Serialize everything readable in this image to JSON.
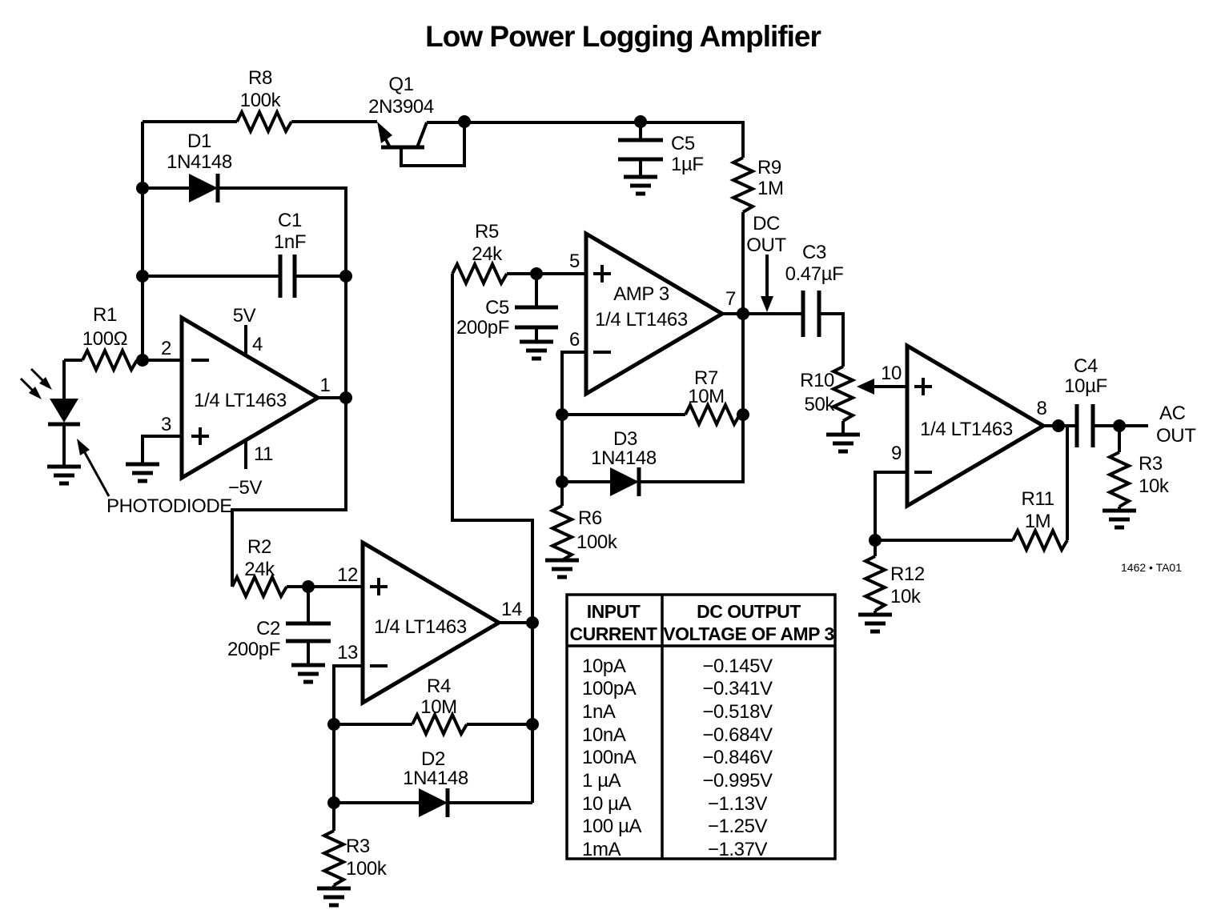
{
  "title": "Low Power Logging Amplifier",
  "watermark": "1462 • TA01",
  "supplies": {
    "positive": "5V",
    "negative": "−5V"
  },
  "outputs": {
    "dc": {
      "line1": "DC",
      "line2": "OUT"
    },
    "ac": {
      "line1": "AC",
      "line2": "OUT"
    }
  },
  "components": {
    "r1": {
      "ref": "R1",
      "value": "100Ω"
    },
    "r2": {
      "ref": "R2",
      "value": "24k"
    },
    "r3_bottom": {
      "ref": "R3",
      "value": "100k"
    },
    "r3_output": {
      "ref": "R3",
      "value": "10k"
    },
    "r4": {
      "ref": "R4",
      "value": "10M"
    },
    "r5": {
      "ref": "R5",
      "value": "24k"
    },
    "r6": {
      "ref": "R6",
      "value": "100k"
    },
    "r7": {
      "ref": "R7",
      "value": "10M"
    },
    "r8": {
      "ref": "R8",
      "value": "100k"
    },
    "r9": {
      "ref": "R9",
      "value": "1M"
    },
    "r10": {
      "ref": "R10",
      "value": "50k"
    },
    "r11": {
      "ref": "R11",
      "value": "1M"
    },
    "r12": {
      "ref": "R12",
      "value": "10k"
    },
    "c1": {
      "ref": "C1",
      "value": "1nF"
    },
    "c2": {
      "ref": "C2",
      "value": "200pF"
    },
    "c3": {
      "ref": "C3",
      "value": "0.47µF"
    },
    "c4": {
      "ref": "C4",
      "value": "10µF"
    },
    "c5_bypass": {
      "ref": "C5",
      "value": "1µF"
    },
    "c5_filter": {
      "ref": "C5",
      "value": "200pF"
    },
    "d1": {
      "ref": "D1",
      "value": "1N4148"
    },
    "d2": {
      "ref": "D2",
      "value": "1N4148"
    },
    "d3": {
      "ref": "D3",
      "value": "1N4148"
    },
    "q1": {
      "ref": "Q1",
      "value": "2N3904"
    },
    "photodiode": {
      "label": "PHOTODIODE"
    }
  },
  "amps": {
    "amp1": {
      "label": "1/4 LT1463",
      "pin_inverting": "2",
      "pin_noninverting": "3",
      "pin_vplus": "4",
      "pin_vminus": "11",
      "pin_output": "1"
    },
    "amp2": {
      "label": "1/4 LT1463",
      "pin_noninverting": "12",
      "pin_inverting": "13",
      "pin_output": "14"
    },
    "amp3": {
      "name": "AMP 3",
      "label": "1/4 LT1463",
      "pin_noninverting": "5",
      "pin_inverting": "6",
      "pin_output": "7"
    },
    "amp4": {
      "label": "1/4 LT1463",
      "pin_noninverting": "10",
      "pin_inverting": "9",
      "pin_output": "8"
    }
  },
  "table": {
    "header": {
      "col1_line1": "INPUT",
      "col1_line2": "CURRENT",
      "col2_line1": "DC OUTPUT",
      "col2_line2": "VOLTAGE OF AMP 3"
    },
    "rows": [
      {
        "current": "10pA",
        "voltage": "−0.145V"
      },
      {
        "current": "100pA",
        "voltage": "−0.341V"
      },
      {
        "current": "1nA",
        "voltage": "−0.518V"
      },
      {
        "current": "10nA",
        "voltage": "−0.684V"
      },
      {
        "current": "100nA",
        "voltage": "−0.846V"
      },
      {
        "current": "1 µA",
        "voltage": "−0.995V"
      },
      {
        "current": "10 µA",
        "voltage": "−1.13V"
      },
      {
        "current": "100 µA",
        "voltage": "−1.25V"
      },
      {
        "current": "1mA",
        "voltage": "−1.37V"
      }
    ]
  },
  "colors": {
    "ink": "#000000",
    "background": "#ffffff"
  }
}
